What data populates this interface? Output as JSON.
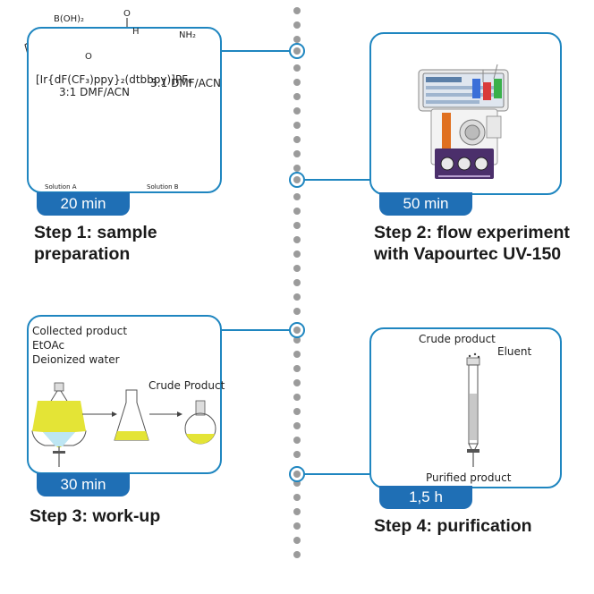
{
  "step1": {
    "time": "20 min",
    "title_line1": "Step 1: sample",
    "title_line2": "preparation",
    "boronic_label": "B(OH)₂",
    "aldehyde_h": "H",
    "aldehyde_o": "O",
    "ether_o": "O",
    "amine_label": "NH₂",
    "catalyst": "[Ir{dF(CF₃)ppy}₂(dtbbpy)]PF₆",
    "solvent_a": "3:1 DMF/ACN",
    "solvent_b": "3:1 DMF/ACN",
    "tube_a_label": "Solution A",
    "tube_b_label": "Solution B",
    "color_a": "#d6d23a",
    "color_b": "#4fd6d6"
  },
  "step2": {
    "time": "50 min",
    "title_line1": "Step 2: flow experiment",
    "title_line2": "with Vapourtec UV-150"
  },
  "step3": {
    "time": "30 min",
    "title": "Step 3: work-up",
    "list": [
      "Collected product",
      "EtOAc",
      "Deionized water"
    ],
    "crude": "Crude Product"
  },
  "step4": {
    "time": "1,5 h",
    "title": "Step 4: purification",
    "crude": "Crude product",
    "eluent": "Eluent",
    "purified": "Purified product"
  },
  "colors": {
    "accent": "#1f86c0",
    "badge": "#1f6fb5",
    "timeline": "#9b9b9b"
  }
}
